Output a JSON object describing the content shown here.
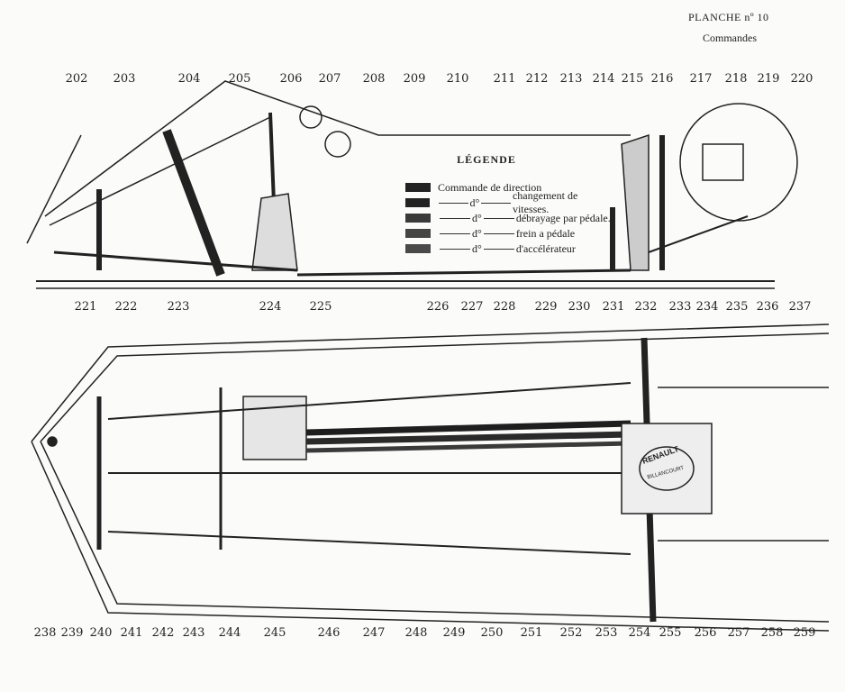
{
  "header": {
    "plate": "PLANCHE nº 10",
    "subtitle": "Commandes"
  },
  "legend": {
    "title": "LÉGENDE",
    "ditto": "d°",
    "items": [
      {
        "label": "Commande de direction",
        "color": "#1e1e1e"
      },
      {
        "label": "changement de vitesses.",
        "color": "#2a2a2a"
      },
      {
        "label": "débrayage par pédale.",
        "color": "#3a3a3a"
      },
      {
        "label": "frein a pédale",
        "color": "#444444"
      },
      {
        "label": "d'accélérateur",
        "color": "#4a4a4a"
      }
    ]
  },
  "brand": {
    "name": "RENAULT",
    "place": "BILLANCOURT"
  },
  "labels_top": [
    "202",
    "203",
    "204",
    "205",
    "206",
    "207",
    "208",
    "209",
    "210",
    "211",
    "212",
    "213",
    "214",
    "215",
    "216",
    "217",
    "218",
    "219",
    "220"
  ],
  "labels_middle": [
    "221",
    "222",
    "223",
    "224",
    "225",
    "226",
    "227",
    "228",
    "229",
    "230",
    "231",
    "232",
    "233",
    "234",
    "235",
    "236",
    "237"
  ],
  "labels_bottom": [
    "238",
    "239",
    "240",
    "241",
    "242",
    "243",
    "244",
    "245",
    "246",
    "247",
    "248",
    "249",
    "250",
    "251",
    "252",
    "253",
    "254",
    "255",
    "256",
    "257",
    "258",
    "259"
  ]
}
